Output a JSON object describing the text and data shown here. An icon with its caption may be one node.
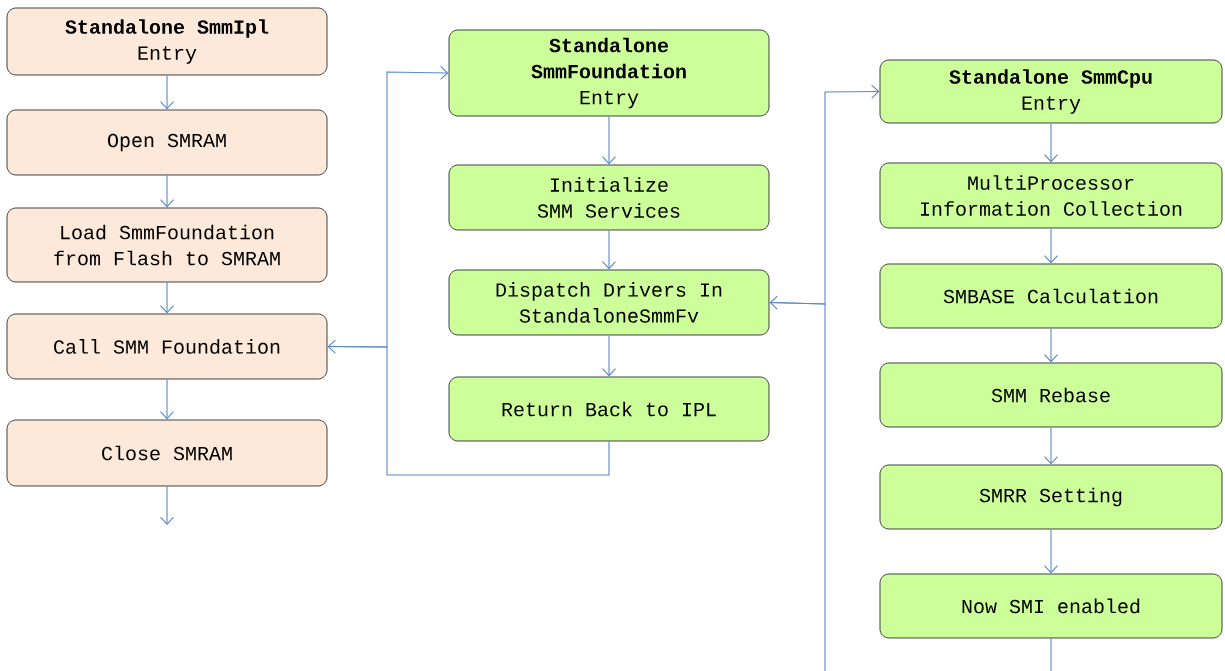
{
  "diagram": {
    "nodes": [
      {
        "text": [
          "Standalone SmmIpl",
          "Entry"
        ]
      },
      {
        "text": [
          "Open SMRAM"
        ]
      },
      {
        "text": [
          "Load SmmFoundation from Flash to SMRAM"
        ]
      },
      {
        "text": [
          "Call SMM Foundation"
        ]
      },
      {
        "text": [
          "Close SMRAM"
        ]
      },
      {
        "text": [
          "Standalone SmmFoundation",
          "Entry"
        ]
      },
      {
        "text": [
          "Initialize SMM Services"
        ]
      },
      {
        "text": [
          "Dispatch Drivers In StandaloneSmmFv"
        ]
      },
      {
        "text": [
          "Return Back to IPL"
        ]
      },
      {
        "text": [
          "Standalone SmmCpu",
          "Entry"
        ]
      },
      {
        "text": [
          "MultiProcessor Information Collection"
        ]
      },
      {
        "text": [
          "SMBASE Calculation"
        ]
      },
      {
        "text": [
          "SMM Rebase"
        ]
      },
      {
        "text": [
          "SMRR Setting"
        ]
      },
      {
        "text": [
          "Now SMI enabled"
        ]
      }
    ],
    "edges": [
      {
        "from": 0,
        "to": 1,
        "arrow": "to"
      },
      {
        "from": 1,
        "to": 2,
        "arrow": "to"
      },
      {
        "from": 2,
        "to": 3,
        "arrow": "to"
      },
      {
        "from": 3,
        "to": 4,
        "arrow": "to"
      },
      {
        "from": 4,
        "to": null,
        "arrow": "to"
      },
      {
        "from": 3,
        "to": 5,
        "arrow": "to"
      },
      {
        "from": 8,
        "to": 3,
        "arrow": "to"
      },
      {
        "from": 5,
        "to": 6,
        "arrow": "to"
      },
      {
        "from": 6,
        "to": 7,
        "arrow": "to"
      },
      {
        "from": 7,
        "to": 8,
        "arrow": "to"
      },
      {
        "from": 7,
        "to": 9,
        "arrow": "to"
      },
      {
        "from": 14,
        "to": 7,
        "arrow": "to"
      },
      {
        "from": 9,
        "to": 10,
        "arrow": "to"
      },
      {
        "from": 10,
        "to": 11,
        "arrow": "to"
      },
      {
        "from": 11,
        "to": 12,
        "arrow": "to"
      },
      {
        "from": 12,
        "to": 13,
        "arrow": "to"
      },
      {
        "from": 13,
        "to": 14,
        "arrow": "to"
      }
    ]
  }
}
